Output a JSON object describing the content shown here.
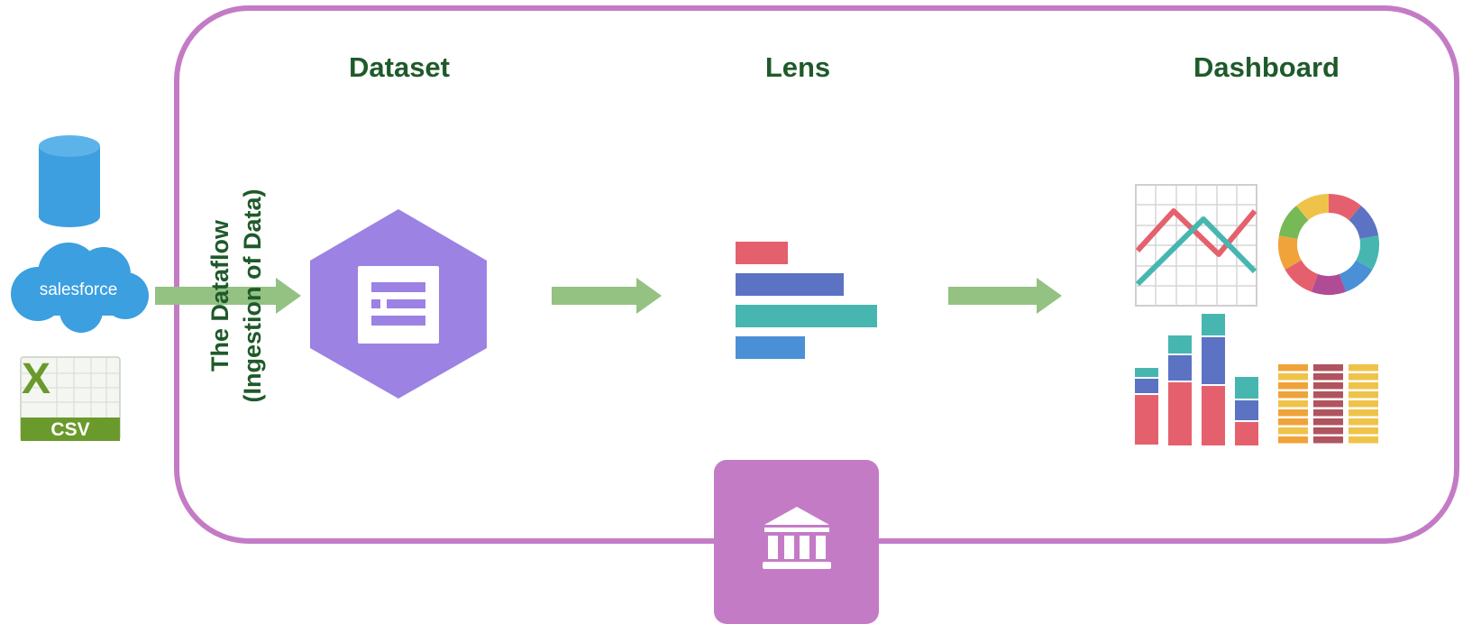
{
  "stages": {
    "dataset": "Dataset",
    "lens": "Lens",
    "dashboard": "Dashboard"
  },
  "dataflow": {
    "line1": "The Dataflow",
    "line2": "(Ingestion of Data)"
  },
  "sources": {
    "salesforce": "salesforce",
    "csv": "CSV",
    "excel_mark": "X"
  },
  "colors": {
    "frame": "#c47bc6",
    "arrow": "#93c283",
    "title": "#1f5a2a",
    "hexagon": "#9b82e3",
    "database": "#3d9fe0",
    "cloud": "#3b9fe0",
    "excel_green": "#6a9a2c",
    "red": "#e5606d",
    "indigo": "#5b73c2",
    "teal": "#47b6b0",
    "blue": "#4a90d6",
    "orange": "#f0a33a",
    "yellow": "#efc34a",
    "maroon": "#b05460",
    "purple": "#b04c95",
    "green": "#77b955"
  },
  "icons": {
    "database": "database-icon",
    "salesforce": "salesforce-cloud-icon",
    "csv": "excel-csv-icon",
    "dataset": "dataset-hexagon-icon",
    "lens": "lens-bar-chart-icon",
    "platform": "bank-building-icon"
  }
}
